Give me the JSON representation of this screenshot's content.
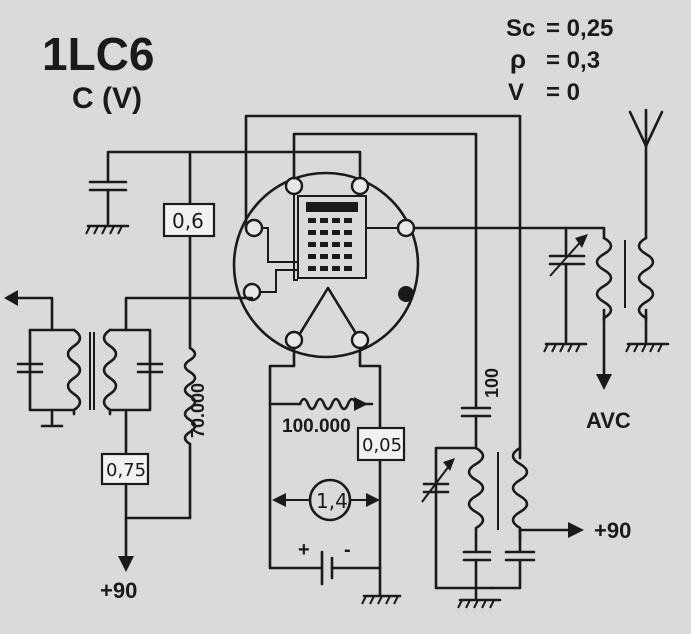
{
  "tube": {
    "type": "1LC6",
    "base": "C (V)"
  },
  "params": [
    {
      "symbol": "Sc",
      "value": "= 0,25"
    },
    {
      "symbol": "ρ",
      "value": "= 0,3"
    },
    {
      "symbol": "V",
      "value": "= 0"
    }
  ],
  "labels": {
    "res_top": "0,6",
    "res_left": "0,75",
    "res_mid": "0,05",
    "resistor_70k": "70.000",
    "resistor_100k": "100.000",
    "cap_100": "100",
    "filament_meter": "1,4",
    "plus": "+",
    "minus": "-",
    "avc": "AVC",
    "b_plus_left": "+90",
    "b_plus_right": "+90"
  },
  "colors": {
    "ink": "#1a1a1a",
    "paper": "#d9dadb",
    "box": "#f2f2f0"
  }
}
